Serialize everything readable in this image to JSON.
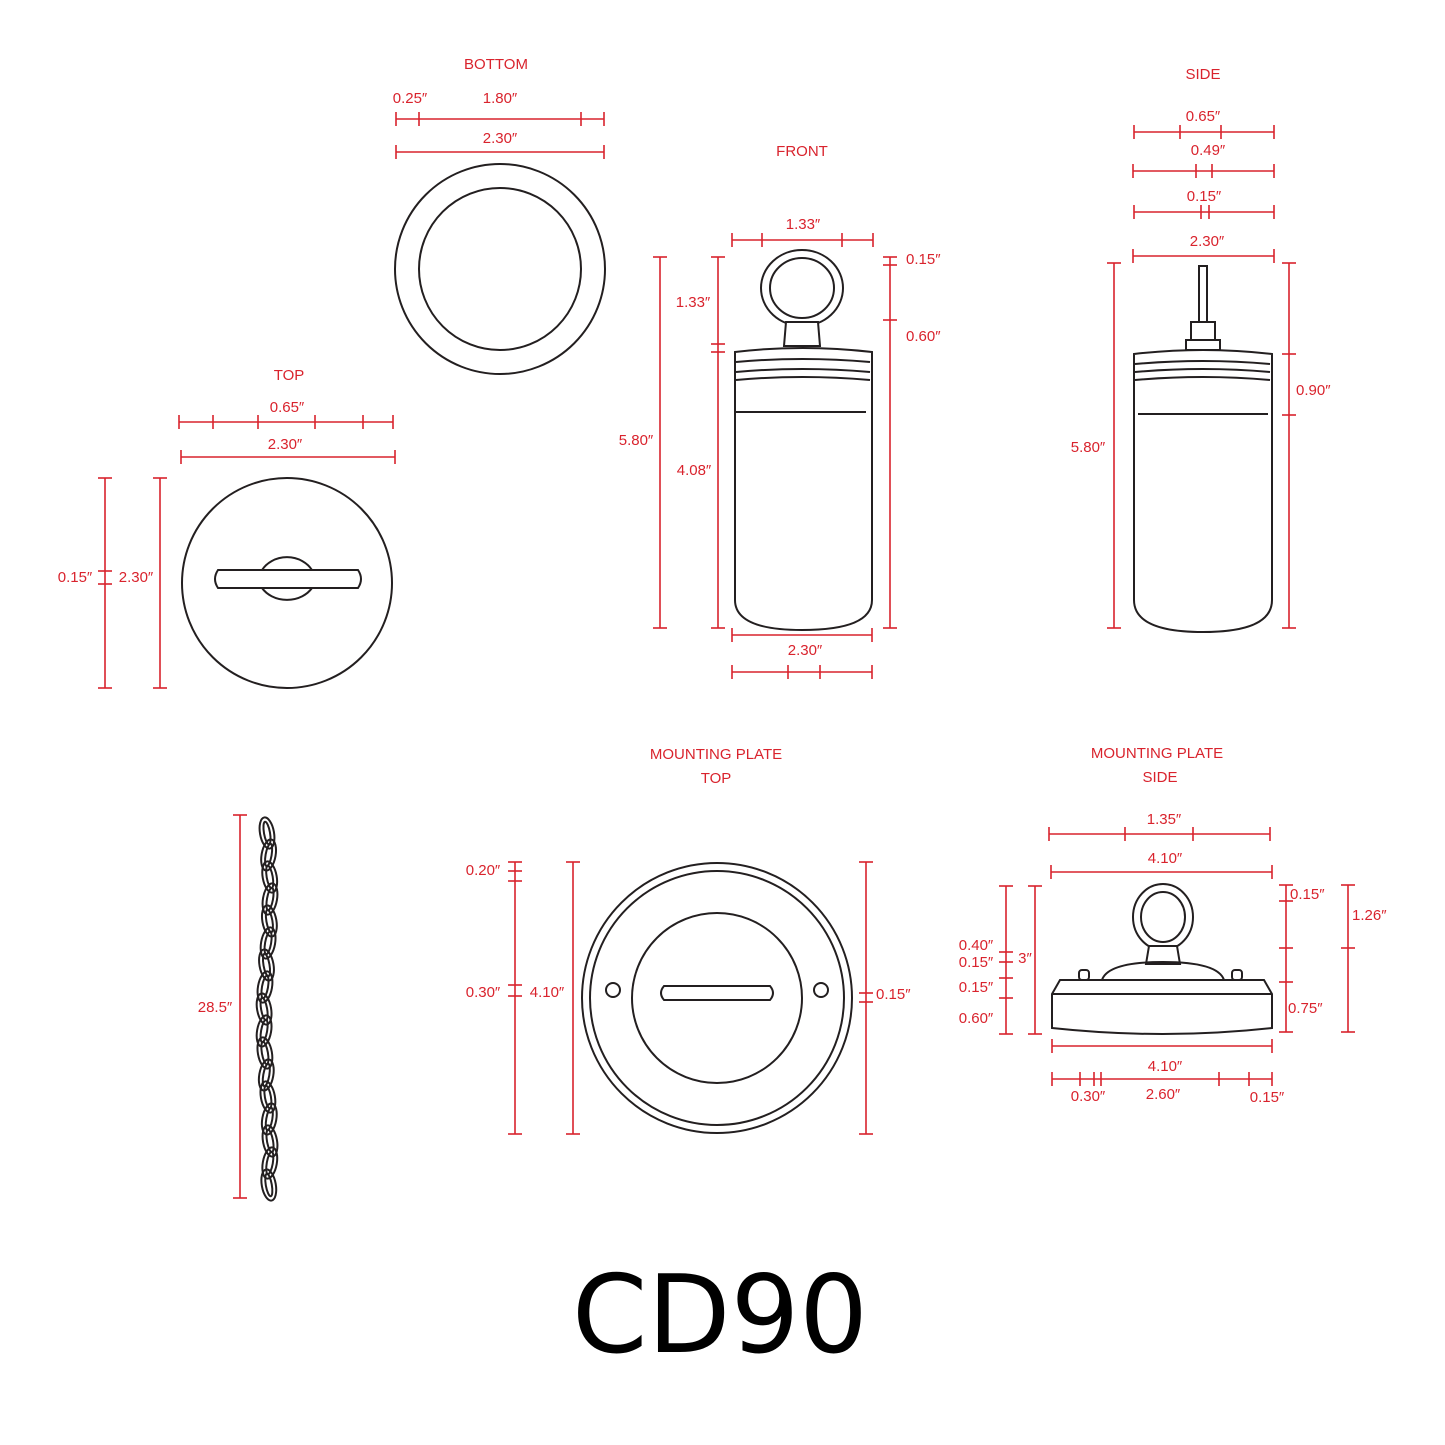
{
  "model": "CD90",
  "colors": {
    "dimension": "#d9232d",
    "outline": "#231f20",
    "model_text": "#000000"
  },
  "views": {
    "bottom": {
      "title": "BOTTOM",
      "dims": [
        "0.25″",
        "1.80″",
        "2.30″"
      ]
    },
    "front": {
      "title": "FRONT",
      "dims": [
        "1.33″",
        "0.15″",
        "1.33″",
        "0.60″",
        "5.80″",
        "4.08″",
        "2.30″"
      ]
    },
    "side": {
      "title": "SIDE",
      "dims": [
        "0.65″",
        "0.49″",
        "0.15″",
        "2.30″",
        "0.90″",
        "5.80″"
      ]
    },
    "top": {
      "title": "TOP",
      "dims": [
        "0.65″",
        "2.30″",
        "0.15″",
        "2.30″"
      ]
    },
    "chain": {
      "dims": [
        "28.5″"
      ]
    },
    "mounting_top": {
      "title_line1": "MOUNTING PLATE",
      "title_line2": "TOP",
      "dims": [
        "0.20″",
        "0.30″",
        "4.10″",
        "0.15″"
      ]
    },
    "mounting_side": {
      "title_line1": "MOUNTING PLATE",
      "title_line2": "SIDE",
      "dims": [
        "1.35″",
        "4.10″",
        "0.15″",
        "1.26″",
        "0.40″",
        "0.15″",
        "3″",
        "0.15″",
        "0.60″",
        "0.75″",
        "4.10″",
        "0.30″",
        "2.60″",
        "0.15″"
      ]
    }
  }
}
